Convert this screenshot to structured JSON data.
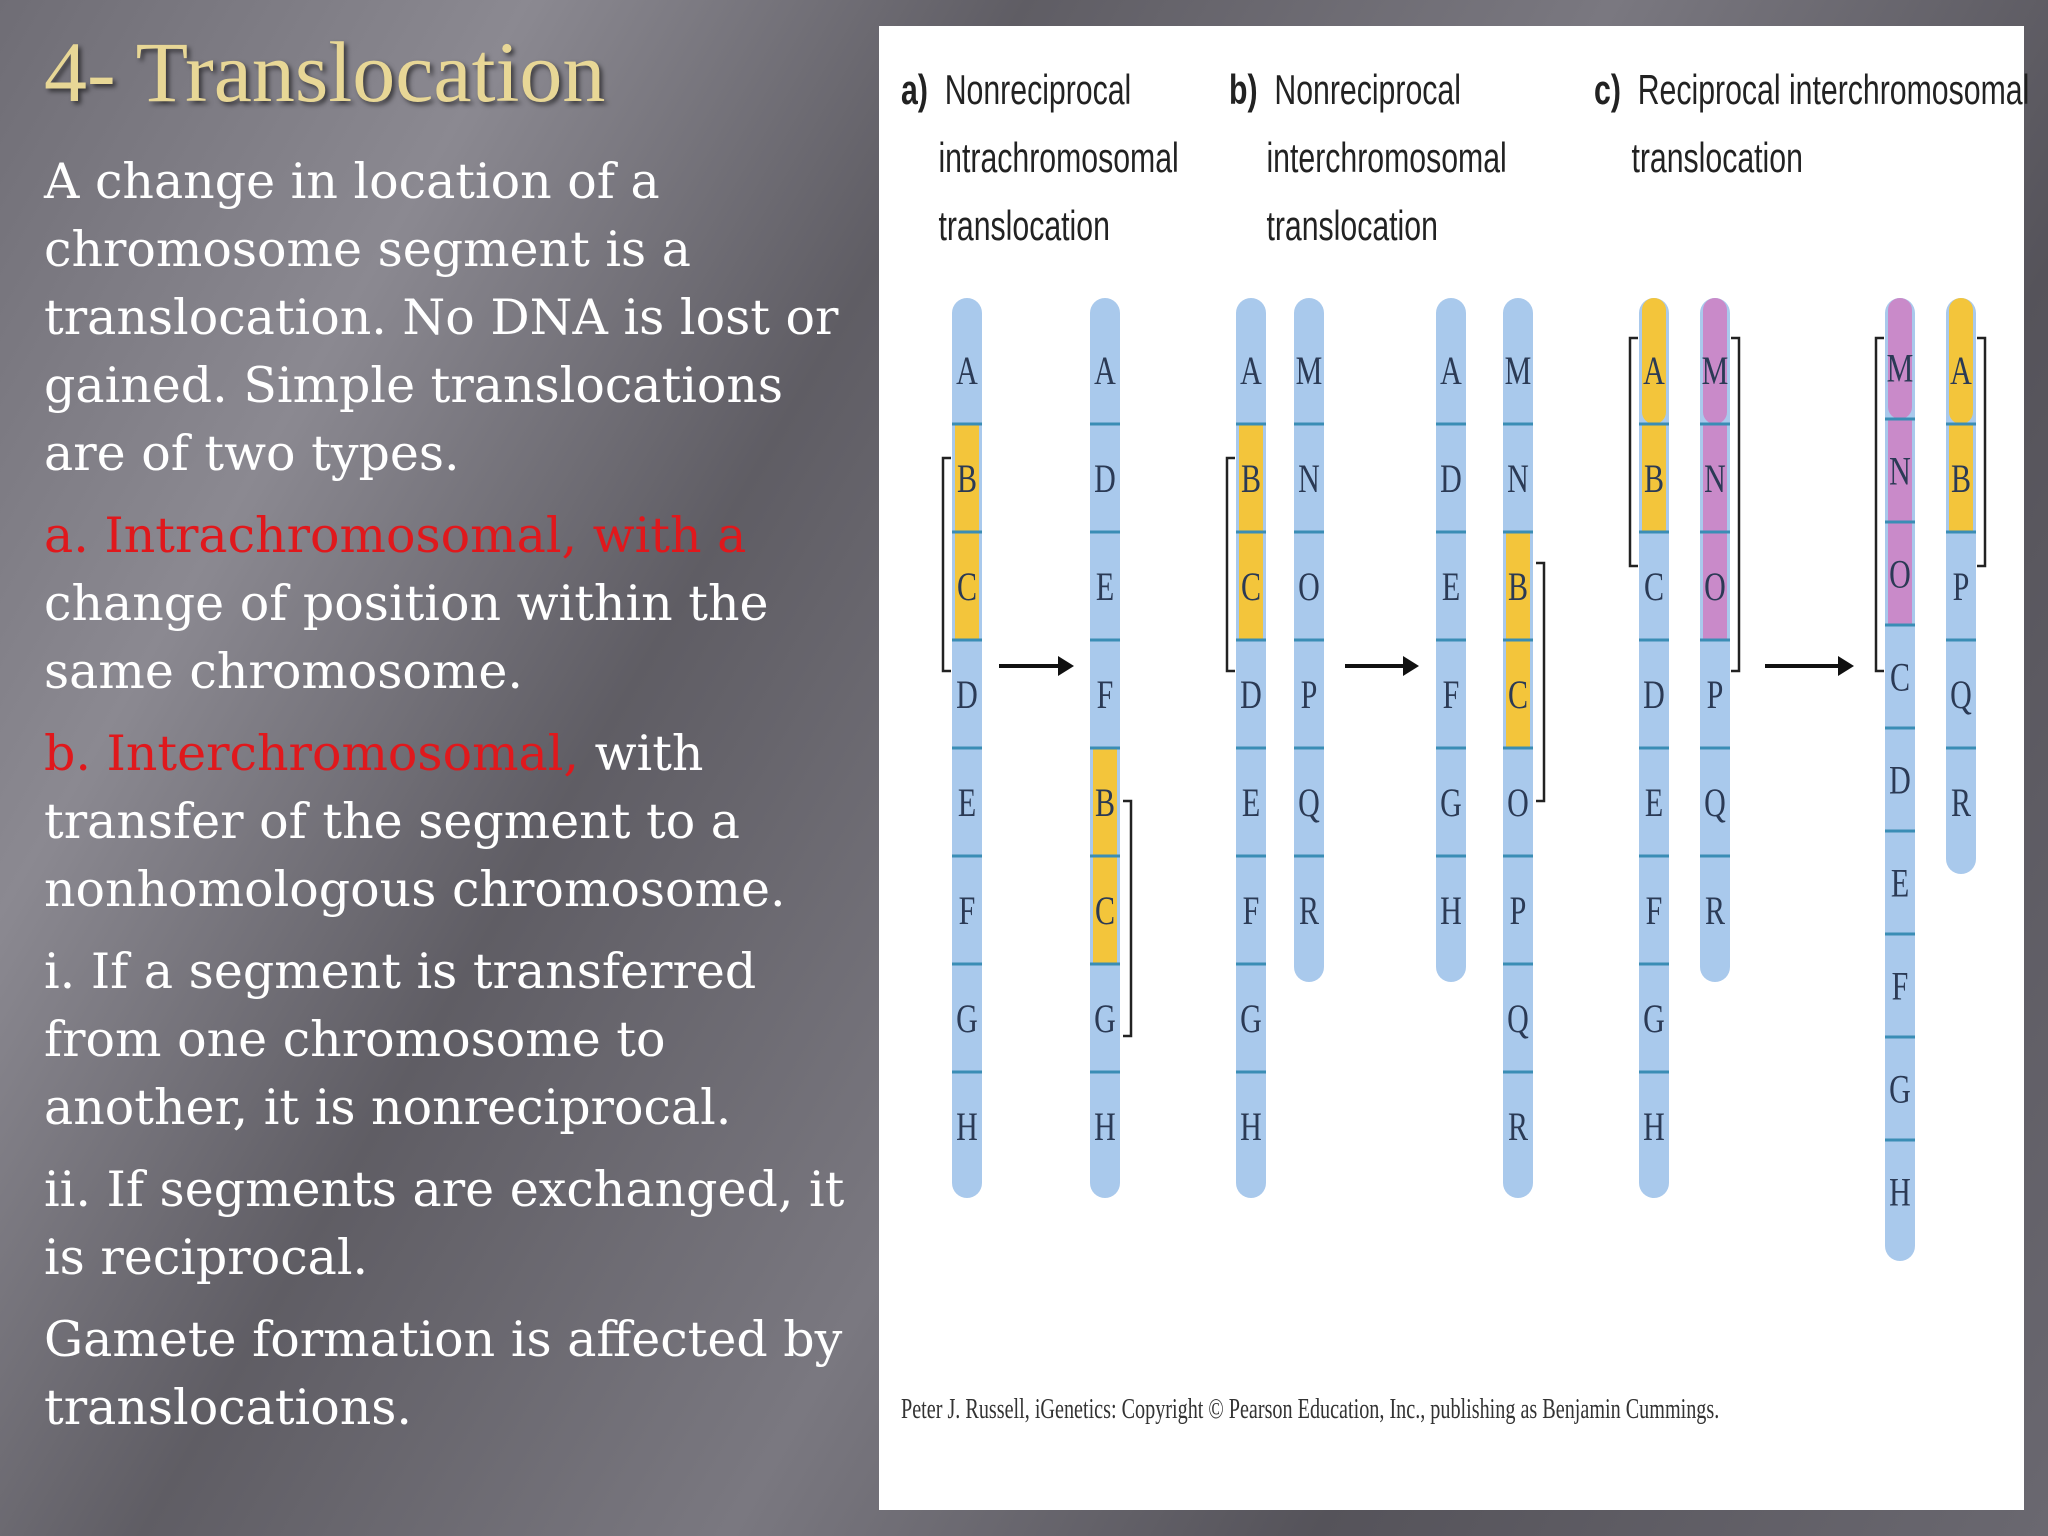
{
  "title": "4- Translocation",
  "paragraphs": [
    {
      "segments": [
        {
          "text": "A change in location of a chromosome segment is a translocation. No DNA is lost or gained. Simple translocations are of two types.",
          "color": "white"
        }
      ]
    },
    {
      "segments": [
        {
          "text": "a. Intrachromosomal, with a",
          "color": "red"
        },
        {
          "text": " change of position within the same chromosome.",
          "color": "white"
        }
      ]
    },
    {
      "segments": [
        {
          "text": "b. Interchromosomal,",
          "color": "red"
        },
        {
          "text": " with transfer of the segment to a nonhomologous chromosome.",
          "color": "white"
        }
      ]
    },
    {
      "segments": [
        {
          "text": "i. If a segment is transferred from one chromosome to another, it is nonreciprocal.",
          "color": "white"
        }
      ]
    },
    {
      "segments": [
        {
          "text": "ii. If segments are exchanged, it is reciprocal.",
          "color": "white"
        }
      ]
    },
    {
      "segments": [
        {
          "text": "Gamete formation is affected by translocations.",
          "color": "white"
        }
      ]
    }
  ],
  "colors": {
    "title": "#e8d796",
    "highlight_red": "#e0181c",
    "chromosome_blue": "#a9c9ec",
    "segment_yellow": "#f3c53b",
    "segment_purple": "#c98ac9",
    "band_line": "#3a8db5"
  },
  "figure": {
    "panels": [
      {
        "label": "a)",
        "lines": [
          "Nonreciprocal",
          "intrachromosomal",
          "translocation"
        ]
      },
      {
        "label": "b)",
        "lines": [
          "Nonreciprocal",
          "interchromosomal",
          "translocation"
        ]
      },
      {
        "label": "c)",
        "lines": [
          "Reciprocal interchromosomal",
          "translocation"
        ]
      }
    ],
    "chromosomes": [
      {
        "id": "a-before",
        "genes": [
          "A",
          "B",
          "C",
          "D",
          "E",
          "F",
          "G",
          "H"
        ],
        "highlight": [
          "B",
          "C"
        ],
        "highlight_color": "yellow"
      },
      {
        "id": "a-after",
        "genes": [
          "A",
          "D",
          "E",
          "F",
          "B",
          "C",
          "G",
          "H"
        ],
        "highlight": [
          "B",
          "C"
        ],
        "highlight_color": "yellow"
      },
      {
        "id": "b-before-1",
        "genes": [
          "A",
          "B",
          "C",
          "D",
          "E",
          "F",
          "G",
          "H"
        ],
        "highlight": [
          "B",
          "C"
        ],
        "highlight_color": "yellow"
      },
      {
        "id": "b-before-2",
        "genes": [
          "M",
          "N",
          "O",
          "P",
          "Q",
          "R"
        ],
        "highlight": [],
        "highlight_color": ""
      },
      {
        "id": "b-after-1",
        "genes": [
          "A",
          "D",
          "E",
          "F",
          "G",
          "H"
        ],
        "highlight": [],
        "highlight_color": ""
      },
      {
        "id": "b-after-2",
        "genes": [
          "M",
          "N",
          "B",
          "C",
          "O",
          "P",
          "Q",
          "R"
        ],
        "highlight": [
          "B",
          "C"
        ],
        "highlight_color": "yellow"
      },
      {
        "id": "c-before-1",
        "genes": [
          "A",
          "B",
          "C",
          "D",
          "E",
          "F",
          "G",
          "H"
        ],
        "highlight": [
          "A",
          "B"
        ],
        "highlight_color": "yellow"
      },
      {
        "id": "c-before-2",
        "genes": [
          "M",
          "N",
          "O",
          "P",
          "Q",
          "R"
        ],
        "highlight": [
          "M",
          "N",
          "O"
        ],
        "highlight_color": "purple"
      },
      {
        "id": "c-after-1",
        "genes": [
          "M",
          "N",
          "O",
          "C",
          "D",
          "E",
          "F",
          "G",
          "H"
        ],
        "highlight": [
          "M",
          "N",
          "O"
        ],
        "highlight_color": "purple"
      },
      {
        "id": "c-after-2",
        "genes": [
          "A",
          "B",
          "P",
          "Q",
          "R"
        ],
        "highlight": [
          "A",
          "B"
        ],
        "highlight_color": "yellow"
      }
    ],
    "credit": "Peter J. Russell, iGenetics: Copyright © Pearson Education, Inc., publishing as Benjamin Cummings."
  }
}
